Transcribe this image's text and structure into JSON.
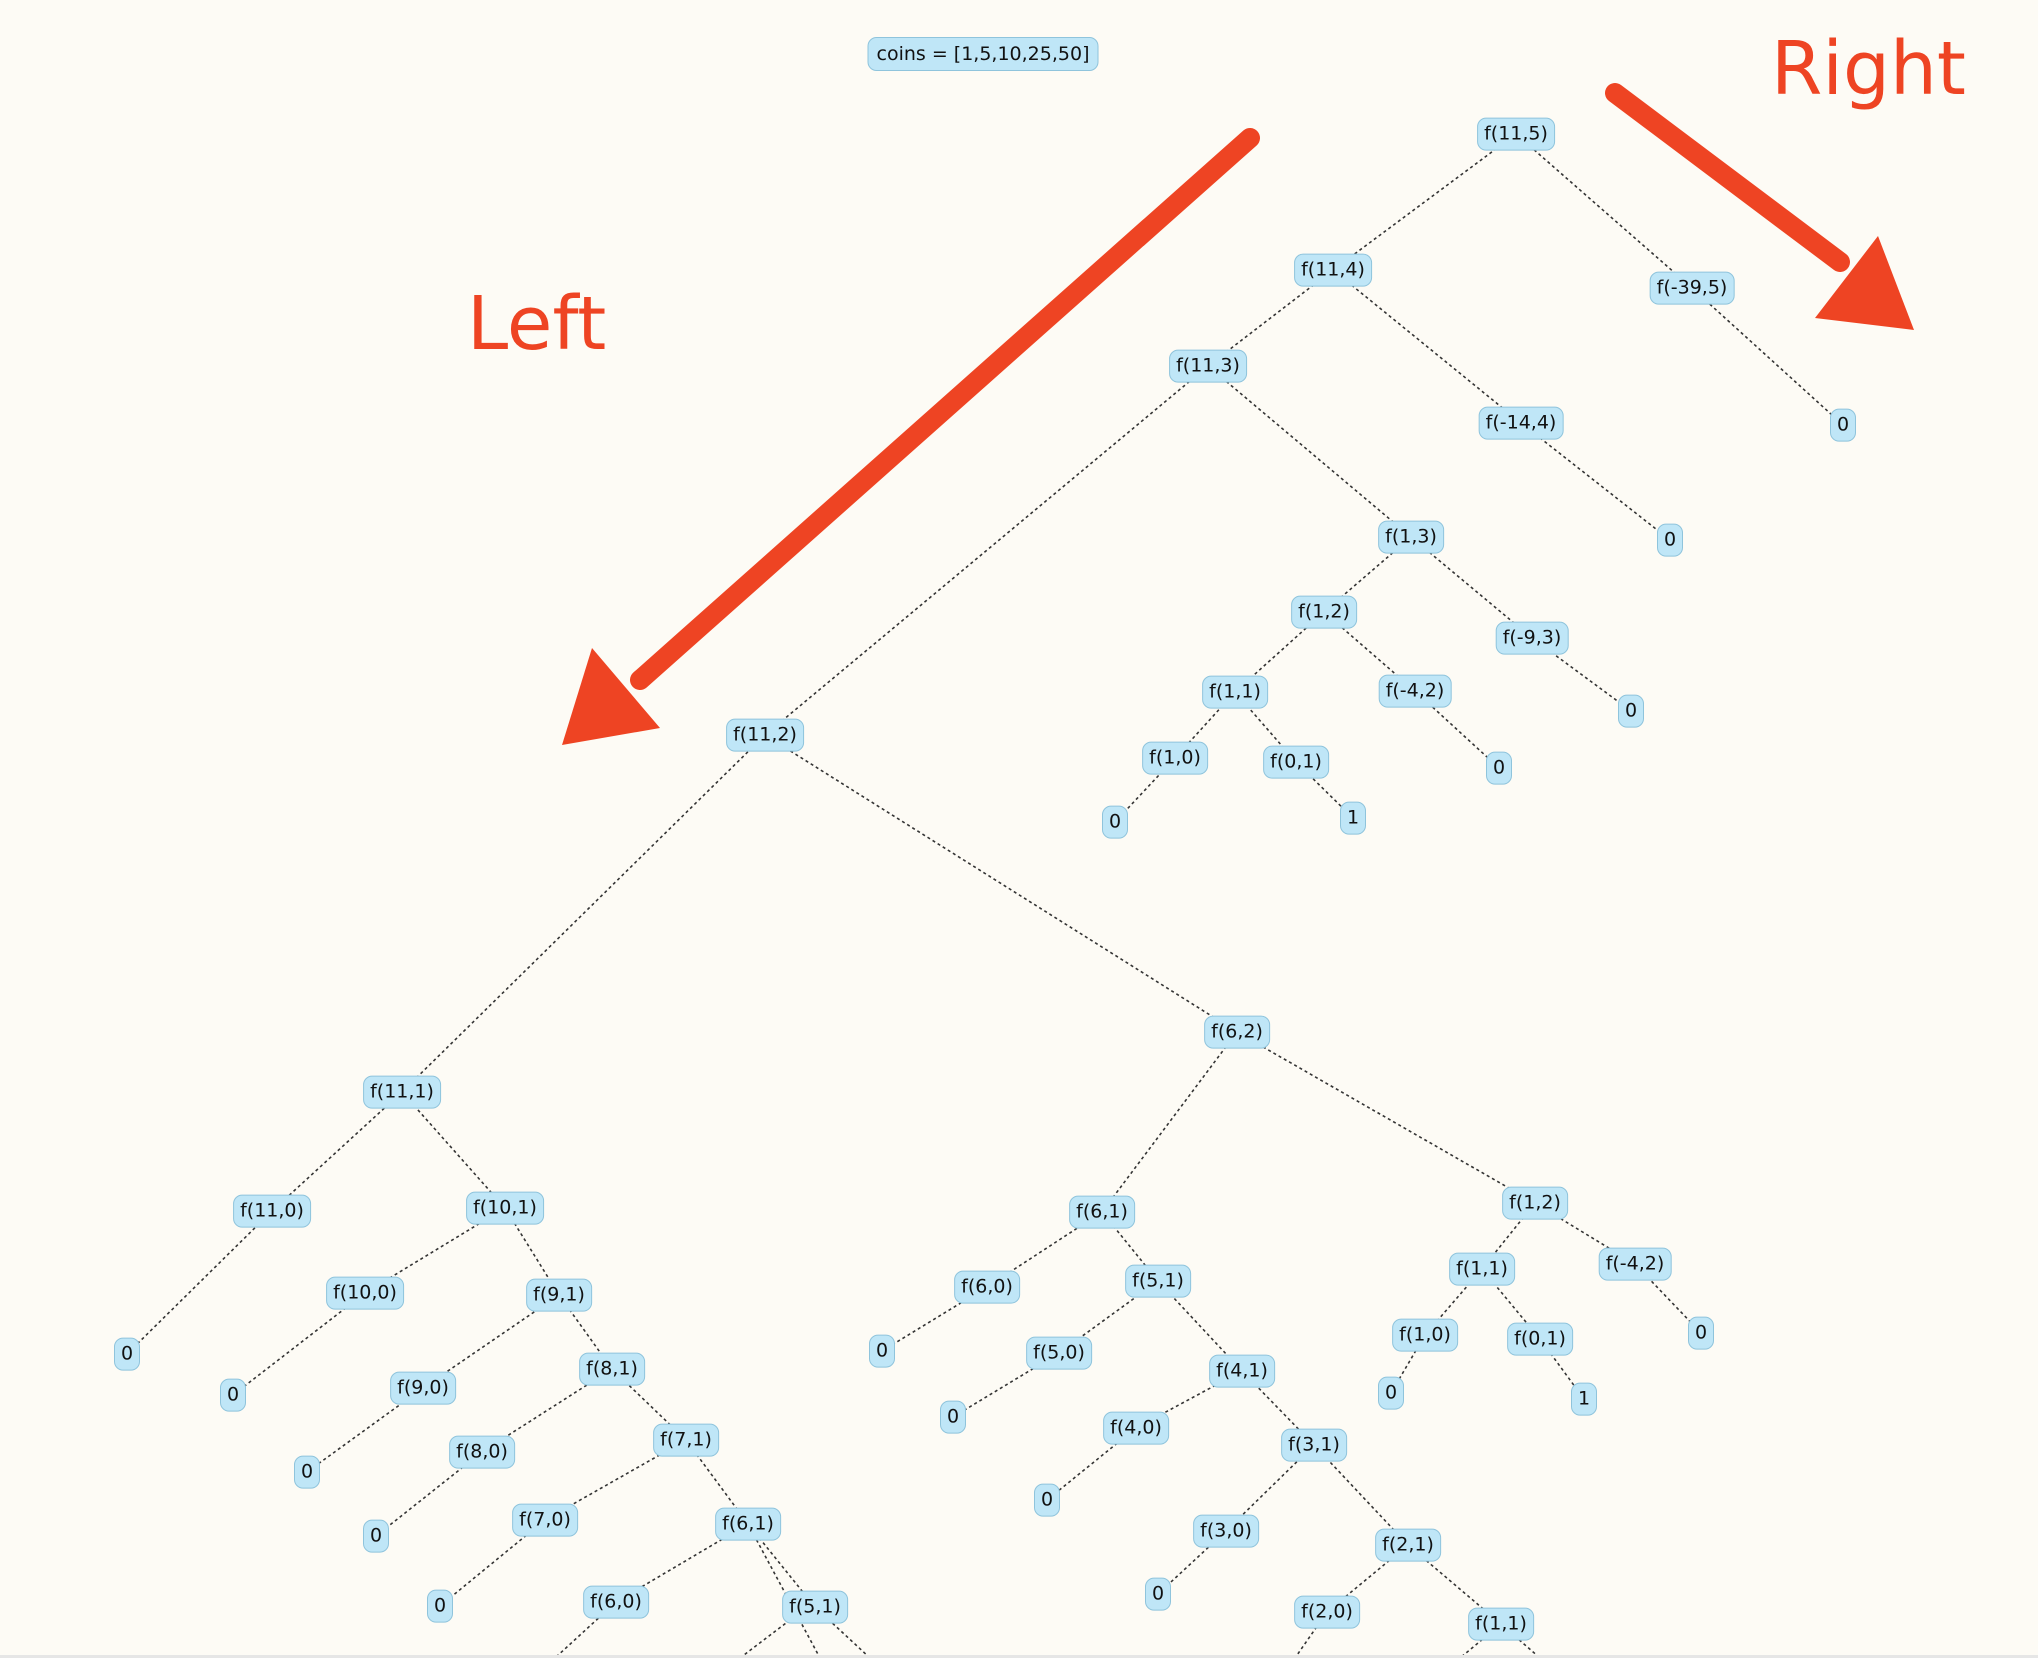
{
  "header": {
    "coins_label": "coins = [1,5,10,25,50]"
  },
  "annotations": {
    "left_label": "Left",
    "right_label": "Right",
    "arrow_color": "#ee4423"
  },
  "colors": {
    "node_fill": "#bfe6f7",
    "node_border": "#8fc4dc",
    "background": "#fdfbf5"
  },
  "tree": {
    "nodes": [
      {
        "id": "n1",
        "label": "f(11,5)"
      },
      {
        "id": "n2",
        "label": "f(11,4)"
      },
      {
        "id": "n3",
        "label": "f(-39,5)"
      },
      {
        "id": "n4",
        "label": "0"
      },
      {
        "id": "n5",
        "label": "f(11,3)"
      },
      {
        "id": "n6",
        "label": "f(-14,4)"
      },
      {
        "id": "n7",
        "label": "0"
      },
      {
        "id": "n8",
        "label": "f(1,3)"
      },
      {
        "id": "n9",
        "label": "f(1,2)"
      },
      {
        "id": "n10",
        "label": "f(-9,3)"
      },
      {
        "id": "n11",
        "label": "0"
      },
      {
        "id": "n12",
        "label": "f(1,1)"
      },
      {
        "id": "n13",
        "label": "f(-4,2)"
      },
      {
        "id": "n14",
        "label": "0"
      },
      {
        "id": "n15",
        "label": "f(1,0)"
      },
      {
        "id": "n16",
        "label": "f(0,1)"
      },
      {
        "id": "n17",
        "label": "0"
      },
      {
        "id": "n18",
        "label": "1"
      },
      {
        "id": "n19",
        "label": "f(11,2)"
      },
      {
        "id": "n20",
        "label": "f(11,1)"
      },
      {
        "id": "n21",
        "label": "f(6,2)"
      },
      {
        "id": "n22",
        "label": "f(11,0)"
      },
      {
        "id": "n23",
        "label": "0"
      },
      {
        "id": "n24",
        "label": "f(10,1)"
      },
      {
        "id": "n25",
        "label": "f(10,0)"
      },
      {
        "id": "n26",
        "label": "0"
      },
      {
        "id": "n27",
        "label": "f(9,1)"
      },
      {
        "id": "n28",
        "label": "f(9,0)"
      },
      {
        "id": "n29",
        "label": "0"
      },
      {
        "id": "n30",
        "label": "f(8,1)"
      },
      {
        "id": "n31",
        "label": "f(8,0)"
      },
      {
        "id": "n32",
        "label": "0"
      },
      {
        "id": "n33",
        "label": "f(7,1)"
      },
      {
        "id": "n34",
        "label": "f(7,0)"
      },
      {
        "id": "n35",
        "label": "0"
      },
      {
        "id": "n36",
        "label": "f(6,1)"
      },
      {
        "id": "n37",
        "label": "f(6,0)"
      },
      {
        "id": "n38",
        "label": "f(5,1)"
      },
      {
        "id": "n39",
        "label": "f(6,1)"
      },
      {
        "id": "n40",
        "label": "f(1,2)"
      },
      {
        "id": "n41",
        "label": "f(6,0)"
      },
      {
        "id": "n42",
        "label": "0"
      },
      {
        "id": "n43",
        "label": "f(5,1)"
      },
      {
        "id": "n44",
        "label": "f(5,0)"
      },
      {
        "id": "n45",
        "label": "0"
      },
      {
        "id": "n46",
        "label": "f(4,1)"
      },
      {
        "id": "n47",
        "label": "f(4,0)"
      },
      {
        "id": "n48",
        "label": "0"
      },
      {
        "id": "n49",
        "label": "f(3,1)"
      },
      {
        "id": "n50",
        "label": "f(3,0)"
      },
      {
        "id": "n51",
        "label": "0"
      },
      {
        "id": "n52",
        "label": "f(2,1)"
      },
      {
        "id": "n53",
        "label": "f(2,0)"
      },
      {
        "id": "n54",
        "label": "f(1,1)"
      },
      {
        "id": "n55",
        "label": "f(1,1)"
      },
      {
        "id": "n56",
        "label": "f(-4,2)"
      },
      {
        "id": "n57",
        "label": "0"
      },
      {
        "id": "n58",
        "label": "f(1,0)"
      },
      {
        "id": "n59",
        "label": "f(0,1)"
      },
      {
        "id": "n60",
        "label": "0"
      },
      {
        "id": "n61",
        "label": "1"
      }
    ],
    "edges": [
      [
        "n1",
        "n2"
      ],
      [
        "n1",
        "n3"
      ],
      [
        "n3",
        "n4"
      ],
      [
        "n2",
        "n5"
      ],
      [
        "n2",
        "n6"
      ],
      [
        "n6",
        "n7"
      ],
      [
        "n5",
        "n8"
      ],
      [
        "n5",
        "n19"
      ],
      [
        "n8",
        "n9"
      ],
      [
        "n8",
        "n10"
      ],
      [
        "n10",
        "n11"
      ],
      [
        "n9",
        "n12"
      ],
      [
        "n9",
        "n13"
      ],
      [
        "n13",
        "n14"
      ],
      [
        "n12",
        "n15"
      ],
      [
        "n12",
        "n16"
      ],
      [
        "n15",
        "n17"
      ],
      [
        "n16",
        "n18"
      ],
      [
        "n19",
        "n20"
      ],
      [
        "n19",
        "n21"
      ],
      [
        "n20",
        "n22"
      ],
      [
        "n20",
        "n24"
      ],
      [
        "n22",
        "n23"
      ],
      [
        "n24",
        "n25"
      ],
      [
        "n24",
        "n27"
      ],
      [
        "n25",
        "n26"
      ],
      [
        "n27",
        "n28"
      ],
      [
        "n27",
        "n30"
      ],
      [
        "n28",
        "n29"
      ],
      [
        "n30",
        "n31"
      ],
      [
        "n30",
        "n33"
      ],
      [
        "n31",
        "n32"
      ],
      [
        "n33",
        "n34"
      ],
      [
        "n33",
        "n36"
      ],
      [
        "n34",
        "n35"
      ],
      [
        "n36",
        "n37"
      ],
      [
        "n36",
        "n38"
      ],
      [
        "n21",
        "n39"
      ],
      [
        "n21",
        "n40"
      ],
      [
        "n39",
        "n41"
      ],
      [
        "n39",
        "n43"
      ],
      [
        "n41",
        "n42"
      ],
      [
        "n43",
        "n44"
      ],
      [
        "n43",
        "n46"
      ],
      [
        "n44",
        "n45"
      ],
      [
        "n46",
        "n47"
      ],
      [
        "n46",
        "n49"
      ],
      [
        "n47",
        "n48"
      ],
      [
        "n49",
        "n50"
      ],
      [
        "n49",
        "n52"
      ],
      [
        "n50",
        "n51"
      ],
      [
        "n52",
        "n53"
      ],
      [
        "n52",
        "n54"
      ],
      [
        "n40",
        "n55"
      ],
      [
        "n40",
        "n56"
      ],
      [
        "n56",
        "n57"
      ],
      [
        "n55",
        "n58"
      ],
      [
        "n55",
        "n59"
      ],
      [
        "n58",
        "n60"
      ],
      [
        "n59",
        "n61"
      ]
    ]
  }
}
